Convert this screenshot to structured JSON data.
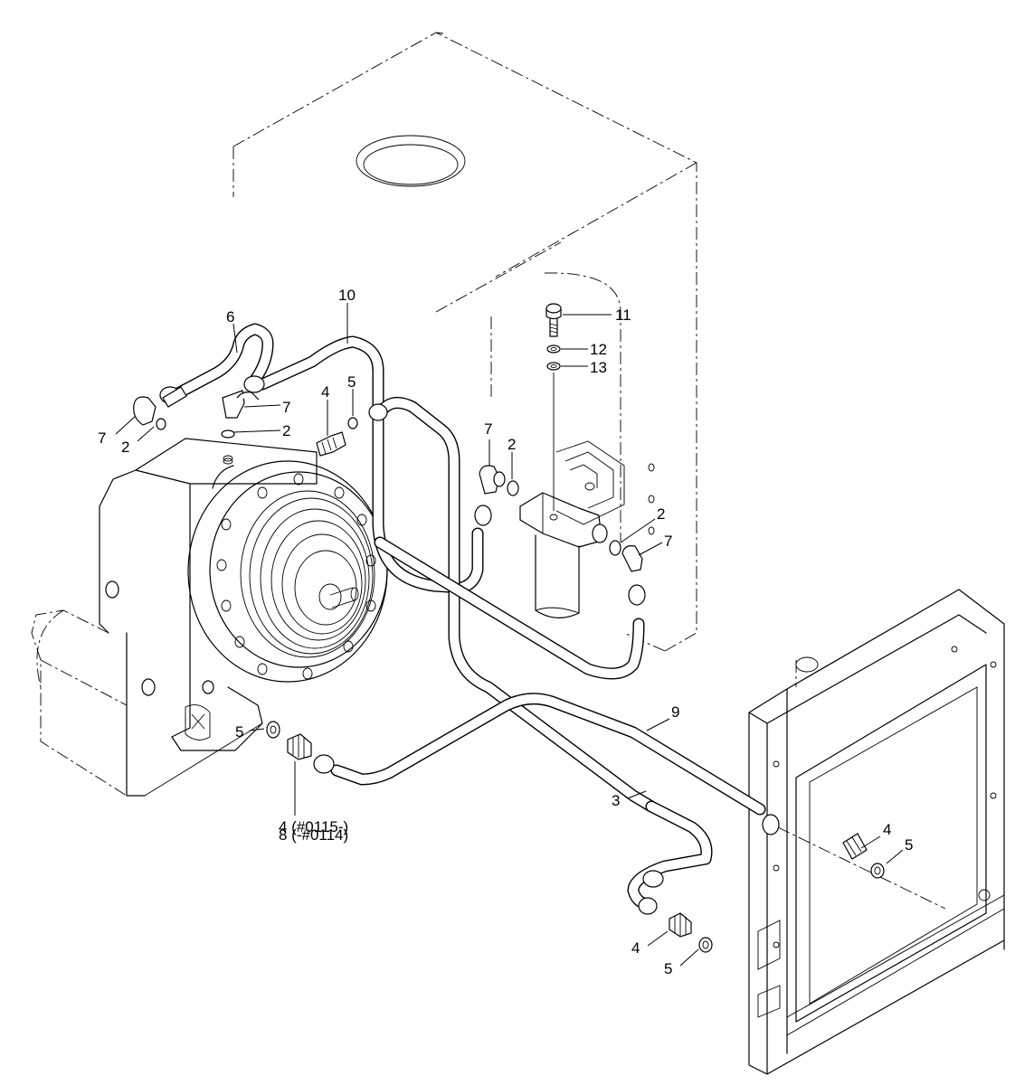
{
  "callouts": {
    "c1": "10",
    "c2": "6",
    "c3": "7",
    "c4": "2",
    "c5": "7",
    "c6": "2",
    "c7": "4",
    "c8": "5",
    "c9": "11",
    "c10": "12",
    "c11": "13",
    "c12": "7",
    "c13": "2",
    "c14": "2",
    "c15": "7",
    "c16": "9",
    "c17": "5",
    "c18": "4 (#0115-)",
    "c19": "8 (-#0114)",
    "c20": "3",
    "c21": "4",
    "c22": "5",
    "c23": "4",
    "c24": "5"
  }
}
